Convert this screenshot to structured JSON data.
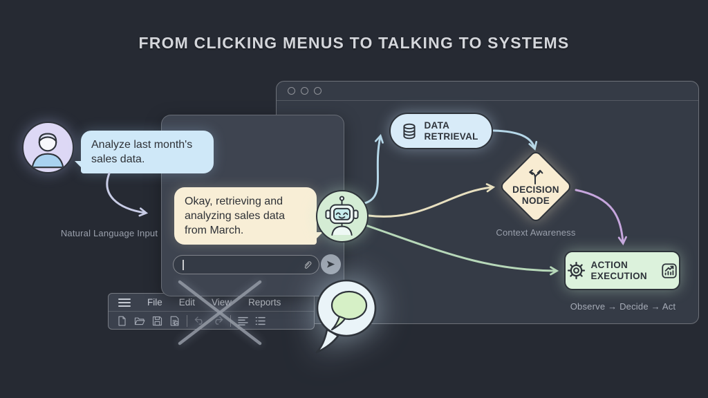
{
  "title": "FROM CLICKING MENUS TO TALKING TO SYSTEMS",
  "chat": {
    "user_message": "Analyze last month's sales data.",
    "user_label": "Natural Language Input",
    "assistant_message": "Okay, retrieving and analyzing sales data from March.",
    "input_value": ""
  },
  "flowchart": {
    "data_retrieval_label": "DATA RETRIEVAL",
    "decision_label": "DECISION NODE",
    "decision_caption": "Context Awareness",
    "action_label": "ACTION EXECUTION",
    "action_caption": "Observe → Decide → Act"
  },
  "legacy_ui": {
    "menu_items": [
      "File",
      "Edit",
      "View",
      "Reports"
    ],
    "crossed_out": true
  },
  "icons": {
    "avatar": "user-person-icon",
    "assistant": "robot-icon",
    "input": [
      "paperclip-icon",
      "send-icon"
    ],
    "nodes": [
      "database-icon",
      "branch-icon",
      "gear-icon",
      "chart-icon"
    ],
    "toolbar": [
      "hamburger-icon",
      "new-file-icon",
      "open-folder-icon",
      "save-icon",
      "export-doc-icon",
      "undo-icon",
      "redo-icon",
      "align-left-icon",
      "list-icon"
    ],
    "overlay": [
      "cross-out-x",
      "speech-bubble-icon"
    ]
  },
  "colors": {
    "background": "#262a33",
    "window": "#353b46",
    "chat_window": "#3e4450",
    "user_bubble": "#cfe8f8",
    "assistant_bubble": "#f8eed6",
    "node_data_retrieval": "#d8ebf8",
    "node_decision": "#f8ecd2",
    "node_action": "#dcf2dc",
    "arrow_blue": "#b5d7e8",
    "arrow_cream": "#e8e0c0",
    "arrow_green": "#b7d8b9",
    "arrow_purple": "#c6a6dd",
    "arrow_lavender": "#c8cce6",
    "dark_stroke": "#2e333a",
    "muted_text": "#9aa0ac"
  }
}
